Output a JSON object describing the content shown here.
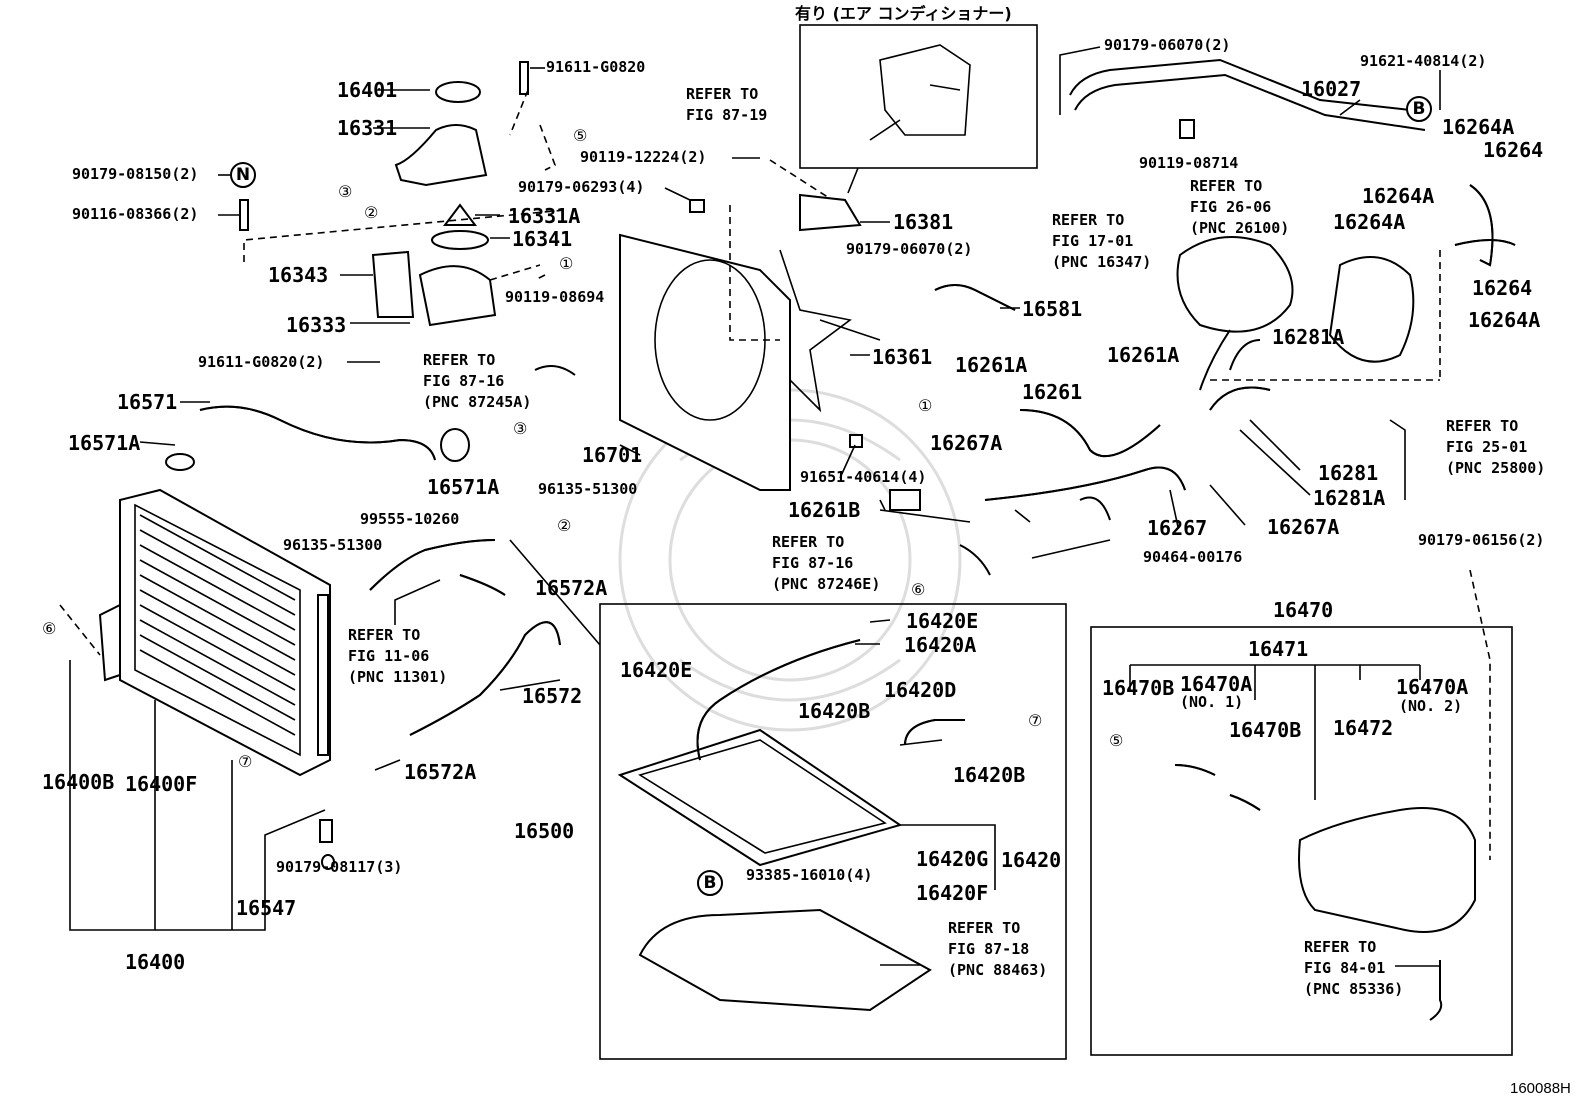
{
  "note": "有り (エア コンディショナー)",
  "figure_id": "160088H",
  "parts": {
    "p16401": "16401",
    "p16331": "16331",
    "p91611a": "91611-G0820",
    "p90179_08150": "90179-08150(2)",
    "p90116": "90116-08366(2)",
    "p16331A": "16331A",
    "p16341": "16341",
    "p16343": "16343",
    "p16333": "16333",
    "p90119_08694": "90119-08694",
    "p91611b": "91611-G0820(2)",
    "p16571": "16571",
    "p16571A_l": "16571A",
    "p16571A_r": "16571A",
    "p90119_12224": "90119-12224(2)",
    "p90179_06293": "90179-06293(4)",
    "p16381": "16381",
    "p90179_06070_c": "90179-06070(2)",
    "p16581": "16581",
    "p16361": "16361",
    "p16701": "16701",
    "p91651": "91651-40614(4)",
    "p96135_a": "96135-51300",
    "p99555": "99555-10260",
    "p96135_b": "96135-51300",
    "p16572A_a": "16572A",
    "p16572": "16572",
    "p16572A_b": "16572A",
    "p16400B": "16400B",
    "p16400F": "16400F",
    "p16400": "16400",
    "p16547": "16547",
    "p90179_08117": "90179-08117(3)",
    "p90179_06070_t": "90179-06070(2)",
    "p91621": "91621-40814(2)",
    "p16027": "16027",
    "p16264A_1": "16264A",
    "p16264_1": "16264",
    "p16264A_2": "16264A",
    "p16264A_3": "16264A",
    "p16264_2": "16264",
    "p16264A_4": "16264A",
    "p90119_08714": "90119-08714",
    "p16261A_1": "16261A",
    "p16261": "16261",
    "p16261A_2": "16261A",
    "p16267A_1": "16267A",
    "p16261B": "16261B",
    "p16267": "16267",
    "p16267A_2": "16267A",
    "p90464": "90464-00176",
    "p16281A_1": "16281A",
    "p16281": "16281",
    "p16281A_2": "16281A",
    "p90179_06156": "90179-06156(2)",
    "p16420E_1": "16420E",
    "p16420A": "16420A",
    "p16420E_2": "16420E",
    "p16420D": "16420D",
    "p16420B_1": "16420B",
    "p16420B_2": "16420B",
    "p16500": "16500",
    "p16420G": "16420G",
    "p16420": "16420",
    "p93385": "93385-16010(4)",
    "p16420F": "16420F",
    "p16470": "16470",
    "p16471": "16471",
    "p16470B_1": "16470B",
    "p16470A_1": "16470A",
    "p16470A_2": "16470A",
    "p16470B_2": "16470B",
    "p16472": "16472",
    "no1": "(NO. 1)",
    "no2": "(NO. 2)"
  },
  "refs": {
    "r87_19": "REFER TO\nFIG 87-19",
    "r87_16a": "REFER TO\nFIG 87-16\n(PNC 87245A)",
    "r17_01": "REFER TO\nFIG 17-01\n(PNC 16347)",
    "r26_06": "REFER TO\nFIG 26-06\n(PNC 26100)",
    "r25_01": "REFER TO\nFIG 25-01\n(PNC 25800)",
    "r87_16e": "REFER TO\nFIG 87-16\n(PNC 87246E)",
    "r11_06": "REFER TO\nFIG 11-06\n(PNC 11301)",
    "r87_18": "REFER TO\nFIG 87-18\n(PNC 88463)",
    "r84_01": "REFER TO\nFIG 84-01\n(PNC 85336)"
  },
  "markers": {
    "N": "N",
    "B1": "B",
    "B2": "B",
    "n1": "①",
    "n2": "②",
    "n3": "③",
    "n5": "⑤",
    "n6": "⑥",
    "n7": "⑦"
  }
}
